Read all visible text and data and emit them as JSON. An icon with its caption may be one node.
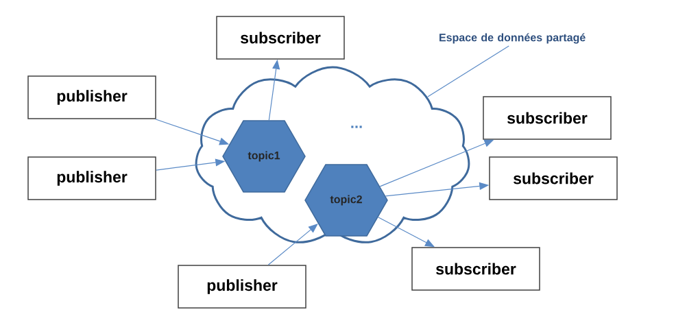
{
  "diagram": {
    "nodes": [
      {
        "text": [
          "subscriber"
        ]
      },
      {
        "text": [
          "Espace de données partagé"
        ]
      },
      {
        "text": [
          "publisher"
        ]
      },
      {
        "text": [],
        "shape": "cloud"
      },
      {
        "text": [
          "topic1"
        ],
        "in": 3
      },
      {
        "text": [
          "subscriber"
        ]
      },
      {
        "text": [
          "publisher"
        ]
      },
      {
        "text": [
          "topic2"
        ],
        "in": 3
      },
      {
        "text": [
          "subscriber"
        ]
      },
      {
        "text": [
          "publisher"
        ]
      },
      {
        "text": [
          "subscriber"
        ]
      }
    ],
    "edges": [
      {
        "from": 1,
        "to": 3,
        "arrow": "none"
      },
      {
        "from": 2,
        "to": 4,
        "arrow": "to"
      },
      {
        "from": 6,
        "to": 4,
        "arrow": "to"
      },
      {
        "from": 9,
        "to": 7,
        "arrow": "to"
      },
      {
        "from": 4,
        "to": 0,
        "arrow": "to"
      },
      {
        "from": 7,
        "to": 5,
        "arrow": "to"
      },
      {
        "from": 7,
        "to": 8,
        "arrow": "to"
      },
      {
        "from": 7,
        "to": 10,
        "arrow": "to"
      }
    ],
    "labels": [
      "..."
    ]
  }
}
